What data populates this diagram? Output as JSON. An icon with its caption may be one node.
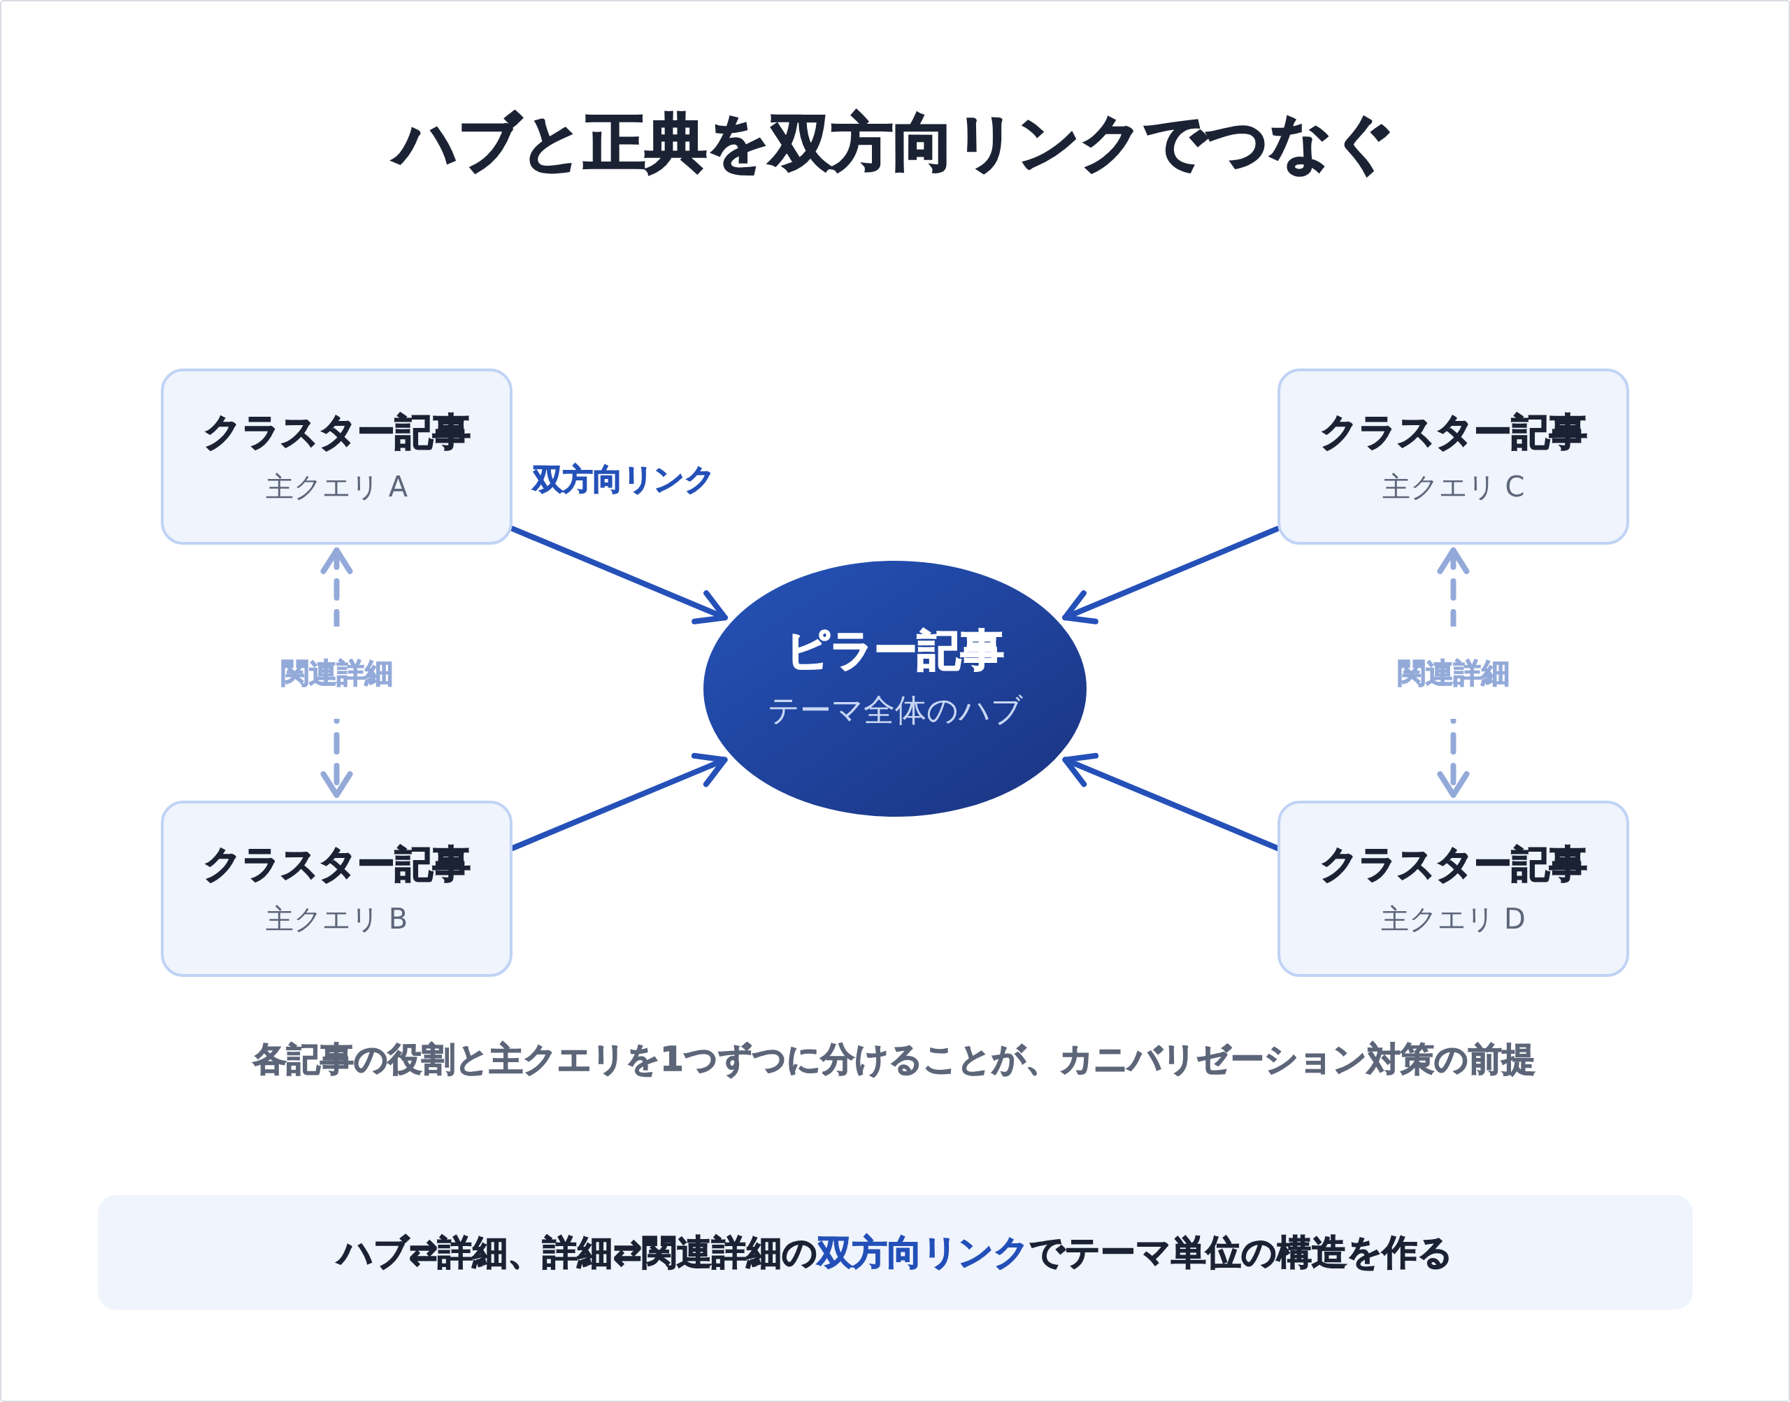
{
  "diagram": {
    "title": "ハブと正典を双方向リンクでつなぐ",
    "nodes": [
      {
        "text": [
          "クラスター記事",
          "主クエリ A"
        ]
      },
      {
        "text": [
          "クラスター記事",
          "主クエリ C"
        ]
      },
      {
        "text": [
          "ピラー記事",
          "テーマ全体のハブ"
        ]
      },
      {
        "text": [
          "クラスター記事",
          "主クエリ B"
        ]
      },
      {
        "text": [
          "クラスター記事",
          "主クエリ D"
        ]
      },
      {
        "text": [
          "ハブ⇄詳細、詳細⇄関連詳細の**双方向リンク**でテーマ単位の構造を作る"
        ]
      }
    ],
    "edges": [
      {
        "from": 0,
        "to": 2,
        "arrow": "to",
        "label": "双方向リンク"
      },
      {
        "from": 1,
        "to": 2,
        "arrow": "to"
      },
      {
        "from": 3,
        "to": 2,
        "arrow": "to"
      },
      {
        "from": 4,
        "to": 2,
        "arrow": "to"
      },
      {
        "from": 0,
        "to": 3,
        "arrow": "both",
        "label": "関連詳細",
        "style": "dashed",
        "color": "#93aad9"
      },
      {
        "from": 1,
        "to": 4,
        "arrow": "both",
        "label": "関連詳細",
        "style": "dashed",
        "color": "#93aad9"
      }
    ],
    "labels": [
      "各記事の役割と主クエリを1つずつに分けることが、カニバリゼーション対策の前提"
    ]
  }
}
